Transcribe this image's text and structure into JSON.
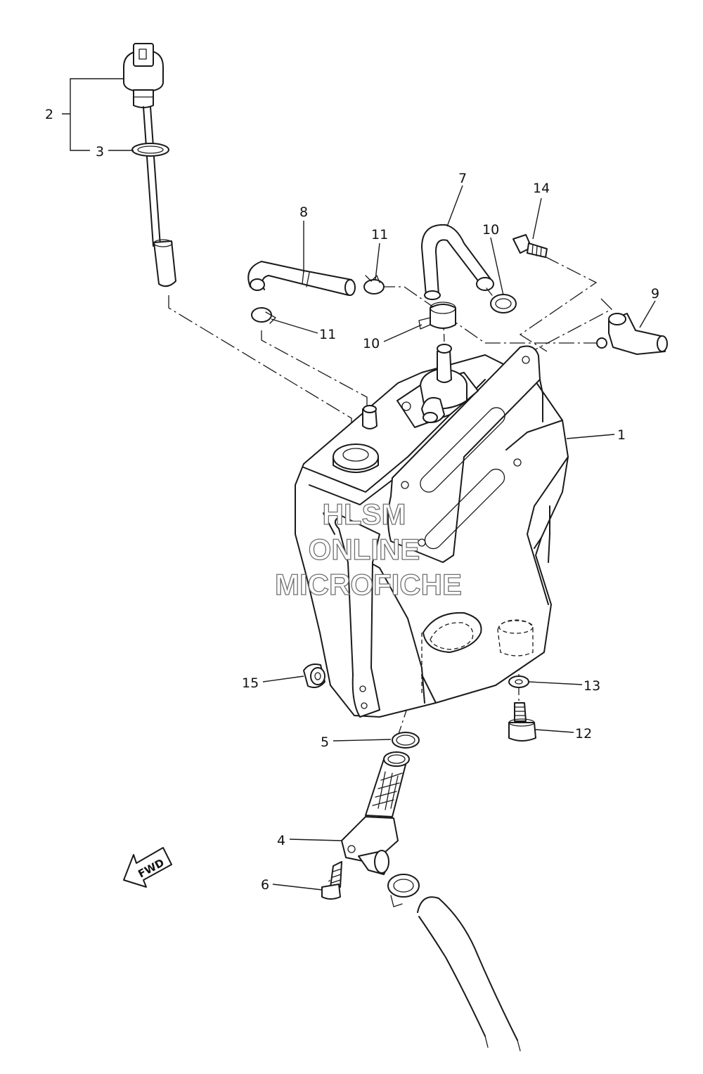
{
  "callouts": [
    "1",
    "2",
    "3",
    "4",
    "5",
    "6",
    "7",
    "8",
    "9",
    "10",
    "10",
    "11",
    "11",
    "12",
    "13",
    "14",
    "15"
  ],
  "watermark": [
    "HLSM",
    "ONLINE",
    "MICROFICHE"
  ],
  "direction_label": "FWD",
  "colors": {
    "line": "#1a1a1a",
    "background": "#ffffff",
    "watermark_outline": "#6f6f6f"
  }
}
